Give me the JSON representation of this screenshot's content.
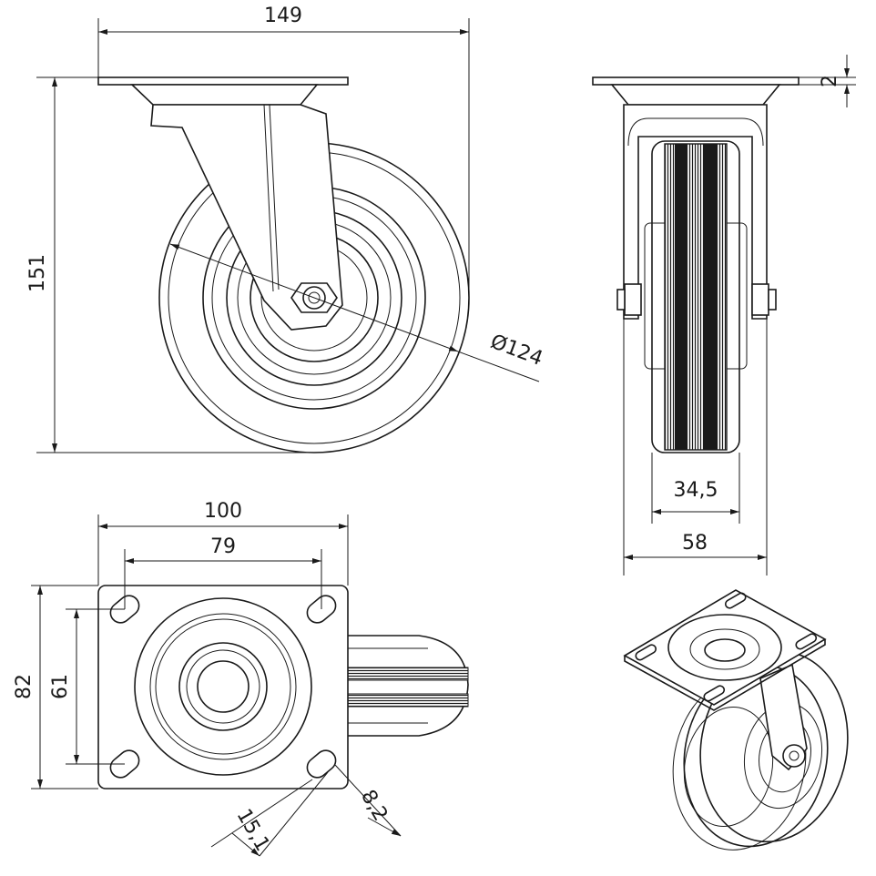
{
  "dimensions": {
    "overall_width": "149",
    "overall_height": "151",
    "wheel_diameter": "Ø124",
    "plate_thickness": "2",
    "tread_width": "34,5",
    "fork_width": "58",
    "plate_length": "100",
    "bolt_spacing_long": "79",
    "plate_width": "82",
    "bolt_spacing_short": "61",
    "slot_length": "15,1",
    "slot_width": "8,2"
  },
  "colors": {
    "line": "#1a1a1a",
    "background": "#ffffff"
  }
}
